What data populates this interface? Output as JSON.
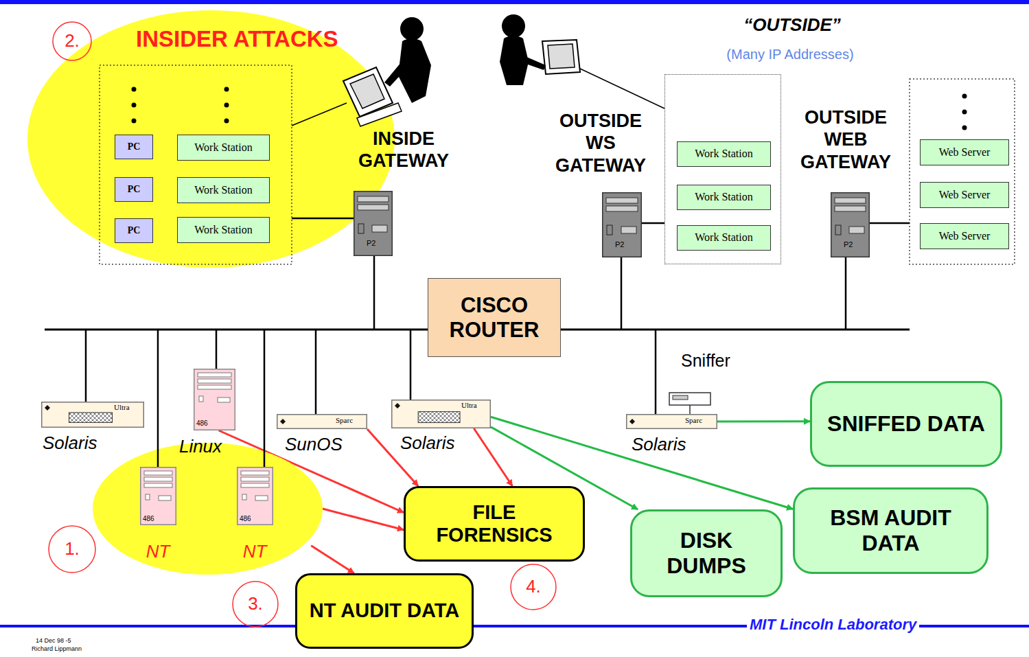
{
  "diagram": {
    "nodes": [
      {
        "text": [
          "INSIDER ATTACKS"
        ]
      },
      {
        "text": [
          "PC"
        ],
        "in": 0
      },
      {
        "text": [
          "Work Station"
        ],
        "in": 0
      },
      {
        "text": [
          "PC"
        ],
        "in": 0
      },
      {
        "text": [
          "Work Station"
        ],
        "in": 0
      },
      {
        "text": [
          "PC"
        ],
        "in": 0
      },
      {
        "text": [
          "Work Station"
        ],
        "in": 0
      },
      {
        "text": [
          "INSIDE GATEWAY",
          "P2"
        ]
      },
      {
        "text": [
          "“OUTSIDE”",
          "(Many IP Addresses)"
        ]
      },
      {
        "text": [
          "Work Station"
        ],
        "in": 8
      },
      {
        "text": [
          "Work Station"
        ],
        "in": 8
      },
      {
        "text": [
          "Work Station"
        ],
        "in": 8
      },
      {
        "text": [
          "OUTSIDE WS GATEWAY",
          "P2"
        ]
      },
      {
        "text": [
          "OUTSIDE WEB GATEWAY",
          "P2"
        ]
      },
      {
        "text": [
          "Web Server"
        ]
      },
      {
        "text": [
          "Web Server"
        ]
      },
      {
        "text": [
          "Web Server"
        ]
      },
      {
        "text": [
          "CISCO ROUTER"
        ]
      },
      {
        "text": [
          "Ultra",
          "Solaris"
        ]
      },
      {
        "text": [
          "1."
        ]
      },
      {
        "text": [
          "486",
          "NT"
        ],
        "in": 19
      },
      {
        "text": [
          "486",
          "NT"
        ],
        "in": 19
      },
      {
        "text": [
          "486",
          "Linux"
        ]
      },
      {
        "text": [
          "Sparc",
          "SunOS"
        ]
      },
      {
        "text": [
          "Ultra",
          "Solaris"
        ]
      },
      {
        "text": [
          "Sniffer",
          "Sparc",
          "Solaris"
        ]
      },
      {
        "text": [
          "FILE FORENSICS"
        ]
      },
      {
        "text": [
          "NT AUDIT DATA"
        ]
      },
      {
        "text": [
          "DISK DUMPS"
        ]
      },
      {
        "text": [
          "BSM AUDIT DATA"
        ]
      },
      {
        "text": [
          "SNIFFED DATA"
        ]
      }
    ],
    "edges": [
      {
        "from": 22,
        "to": 26,
        "arrow": "to"
      },
      {
        "from": 23,
        "to": 26,
        "arrow": "to"
      },
      {
        "from": 24,
        "to": 26,
        "arrow": "to"
      },
      {
        "from": 19,
        "to": 26,
        "arrow": "to"
      },
      {
        "from": 19,
        "to": 27,
        "arrow": "to"
      },
      {
        "from": 24,
        "to": 28,
        "arrow": "to"
      },
      {
        "from": 24,
        "to": 29,
        "arrow": "to"
      },
      {
        "from": 25,
        "to": 30,
        "arrow": "to"
      }
    ],
    "labels": [
      "2.",
      "3.",
      "4.",
      "MIT Lincoln Laboratory",
      "14 Dec 98 -5",
      "Richard Lippmann"
    ]
  }
}
